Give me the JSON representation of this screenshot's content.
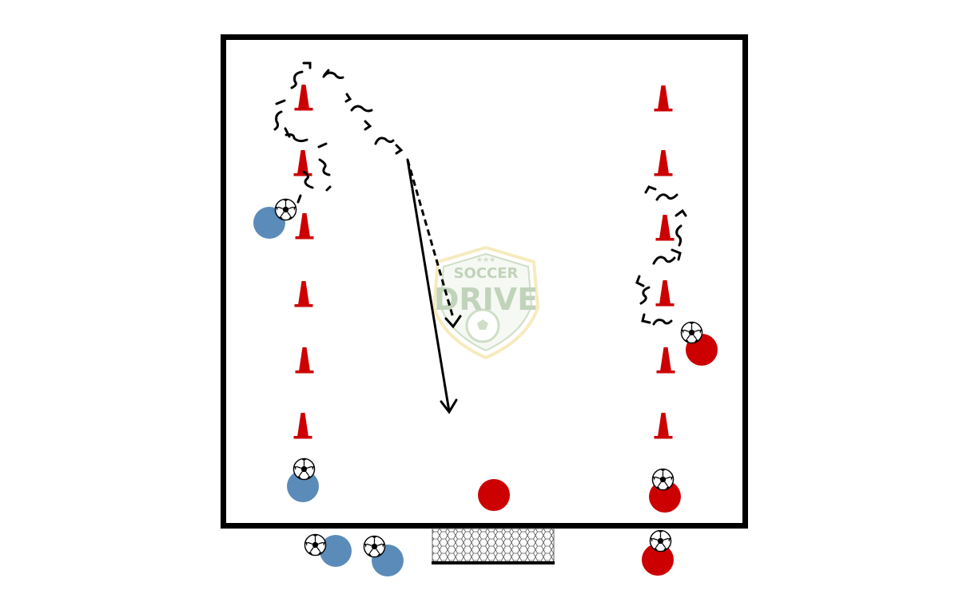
{
  "logo": {
    "line1": "SOCCER",
    "line2": "DRIVE",
    "stars": "★★★"
  },
  "colors": {
    "field_border": "#000000",
    "cone": "#cc0000",
    "team_blue": "#5b8bb8",
    "team_red": "#cc0000",
    "ball": "#ffffff",
    "path": "#000000",
    "logo_green": "#a8c49a",
    "logo_gold": "#f0dc8a"
  },
  "elements": {
    "cones": "cone-icon",
    "players": "player-icon",
    "balls": "soccer-ball-icon",
    "goal": "goal-net",
    "dribble": "dribble-path",
    "pass": "pass-arrow",
    "run": "run-arrow"
  }
}
